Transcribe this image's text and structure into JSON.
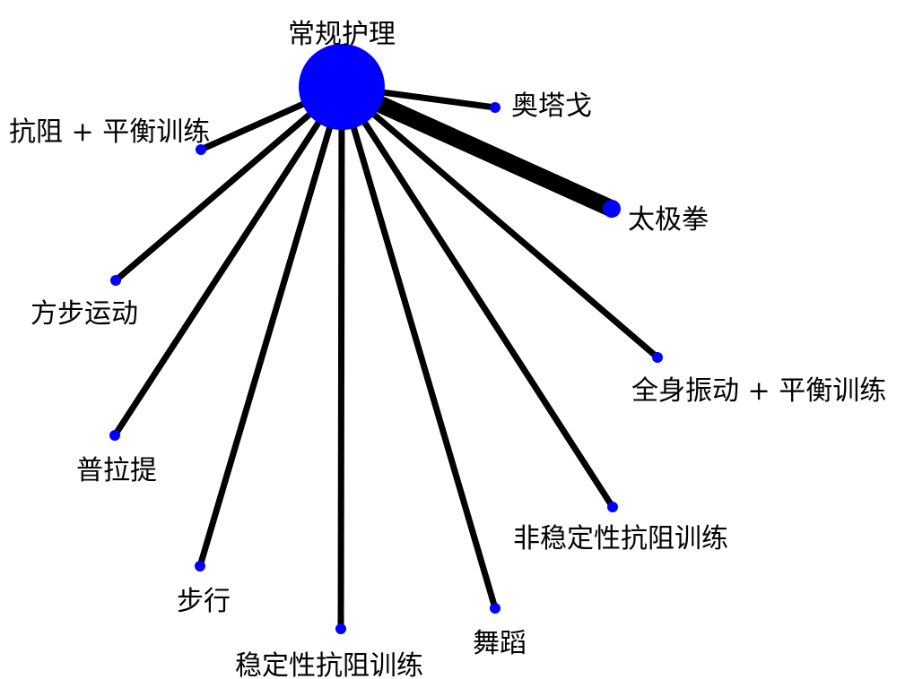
{
  "diagram": {
    "type": "network",
    "colors": {
      "node": "#0000ff",
      "edge": "#000000",
      "label": "#000000"
    },
    "center": {
      "id": "usual-care",
      "label": "常规护理",
      "size": "large"
    },
    "nodes": [
      {
        "id": "otago",
        "label": "奥塔戈",
        "edge_weight": 1,
        "size": "small"
      },
      {
        "id": "tai-chi",
        "label": "太极拳",
        "edge_weight": 4,
        "size": "medium"
      },
      {
        "id": "whole-body-vibration-balance",
        "label": "全身振动 + 平衡训练",
        "edge_weight": 1,
        "size": "small"
      },
      {
        "id": "unstable-resistance",
        "label": "非稳定性抗阻训练",
        "edge_weight": 1,
        "size": "small"
      },
      {
        "id": "dance",
        "label": "舞蹈",
        "edge_weight": 1,
        "size": "small"
      },
      {
        "id": "stable-resistance",
        "label": "稳定性抗阻训练",
        "edge_weight": 1,
        "size": "small"
      },
      {
        "id": "walking",
        "label": "步行",
        "edge_weight": 1,
        "size": "small"
      },
      {
        "id": "pilates",
        "label": "普拉提",
        "edge_weight": 1,
        "size": "small"
      },
      {
        "id": "square-stepping",
        "label": "方步运动",
        "edge_weight": 1,
        "size": "small"
      },
      {
        "id": "resistance-balance",
        "label": "抗阻 + 平衡训练",
        "edge_weight": 1,
        "size": "small"
      }
    ]
  }
}
